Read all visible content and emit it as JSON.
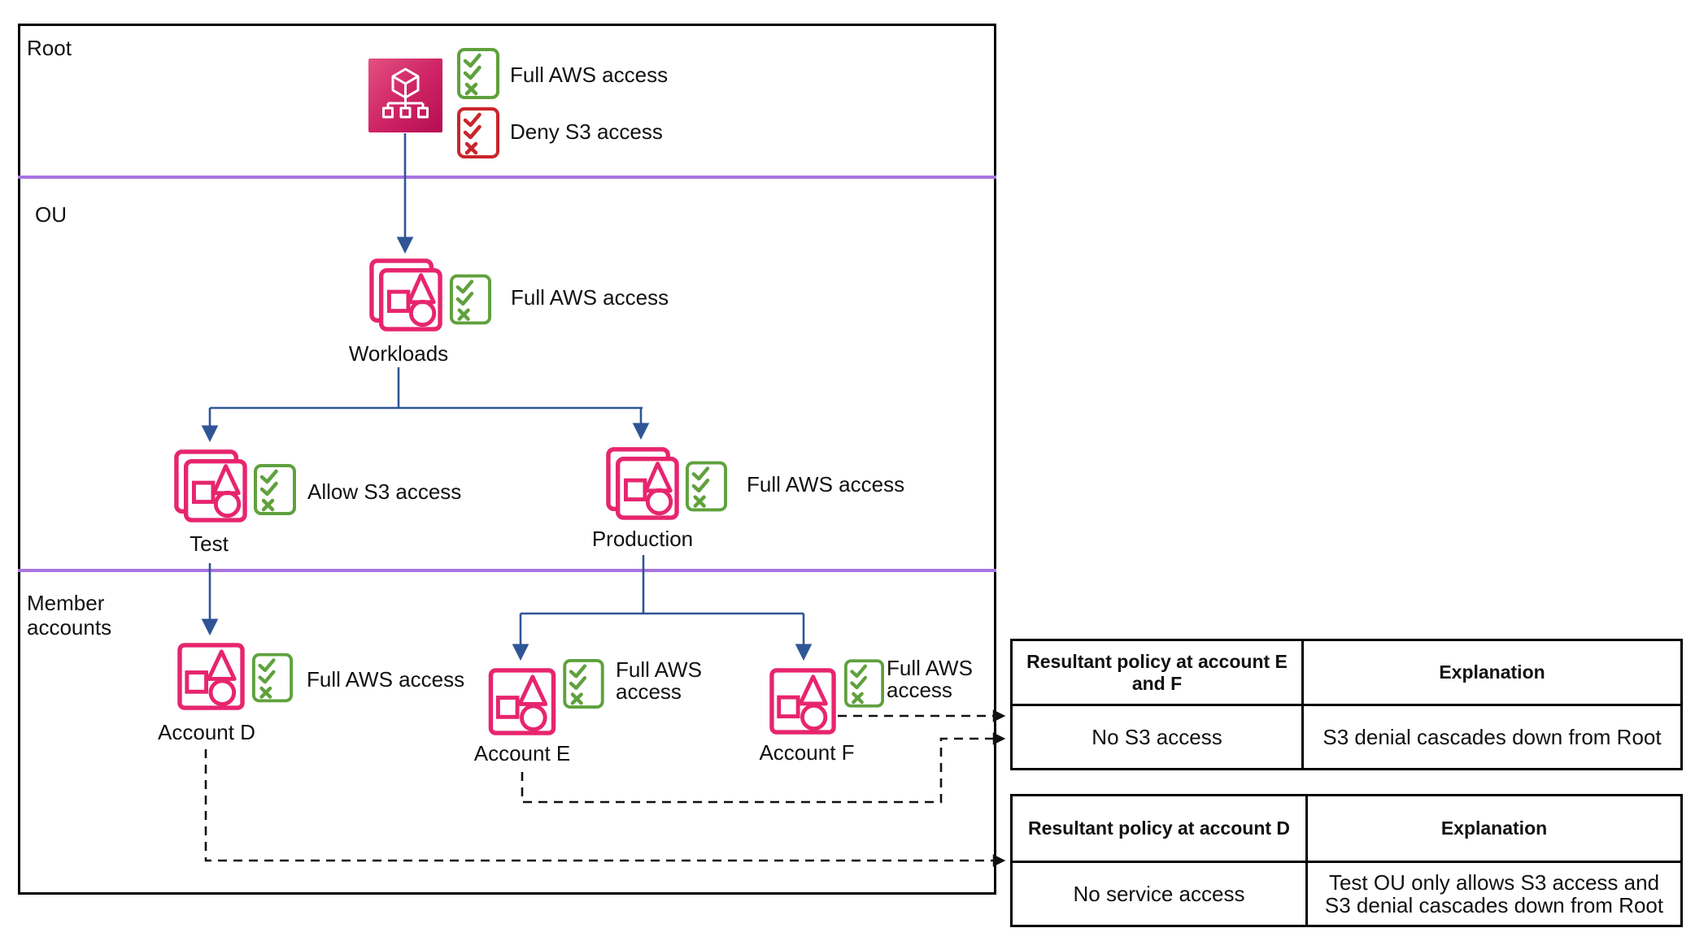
{
  "diagram": {
    "sections": [
      {
        "label": "Root"
      },
      {
        "label": "OU"
      },
      {
        "label": "Member accounts"
      }
    ],
    "nodes": {
      "root": {
        "icon": "aws-organizations-icon",
        "policies": [
          {
            "label": "Full AWS access",
            "type": "allow"
          },
          {
            "label": "Deny S3 access",
            "type": "deny"
          }
        ]
      },
      "workloads": {
        "label": "Workloads",
        "icon": "organizational-unit-icon",
        "policies": [
          {
            "label": "Full AWS access",
            "type": "allow"
          }
        ]
      },
      "test": {
        "label": "Test",
        "icon": "organizational-unit-icon",
        "policies": [
          {
            "label": "Allow S3 access",
            "type": "allow"
          }
        ]
      },
      "production": {
        "label": "Production",
        "icon": "organizational-unit-icon",
        "policies": [
          {
            "label": "Full AWS access",
            "type": "allow"
          }
        ]
      },
      "account_d": {
        "label": "Account D",
        "icon": "aws-account-icon",
        "policies": [
          {
            "label": "Full AWS access",
            "type": "allow"
          }
        ]
      },
      "account_e": {
        "label": "Account E",
        "icon": "aws-account-icon",
        "policies": [
          {
            "label": "Full AWS access",
            "type": "allow"
          }
        ]
      },
      "account_f": {
        "label": "Account F",
        "icon": "aws-account-icon",
        "policies": [
          {
            "label": "Full AWS access",
            "type": "allow"
          }
        ]
      }
    },
    "icon_legend": {
      "root": "aws-organizations-icon",
      "ou": "organizational-unit-icon",
      "account": "aws-account-icon",
      "policy_allow": "policy-checklist-allow-icon",
      "policy_deny": "policy-checklist-deny-icon"
    }
  },
  "tables": [
    {
      "headers": [
        "Resultant policy at account E and F",
        "Explanation"
      ],
      "rows": [
        [
          "No S3 access",
          "S3 denial cascades down from Root"
        ]
      ]
    },
    {
      "headers": [
        "Resultant policy at account D",
        "Explanation"
      ],
      "rows": [
        [
          "No service access",
          "Test OU only allows S3 access and S3 denial cascades down from Root"
        ]
      ]
    }
  ],
  "colors": {
    "pink": "#E7256E",
    "green": "#5FA13D",
    "red": "#C9252B",
    "blue": "#2F5597",
    "purple": "#A873E2",
    "line_black": "#111111",
    "text": "#111111",
    "root_gradient_start": "#E35181",
    "root_gradient_end": "#B50D53"
  }
}
